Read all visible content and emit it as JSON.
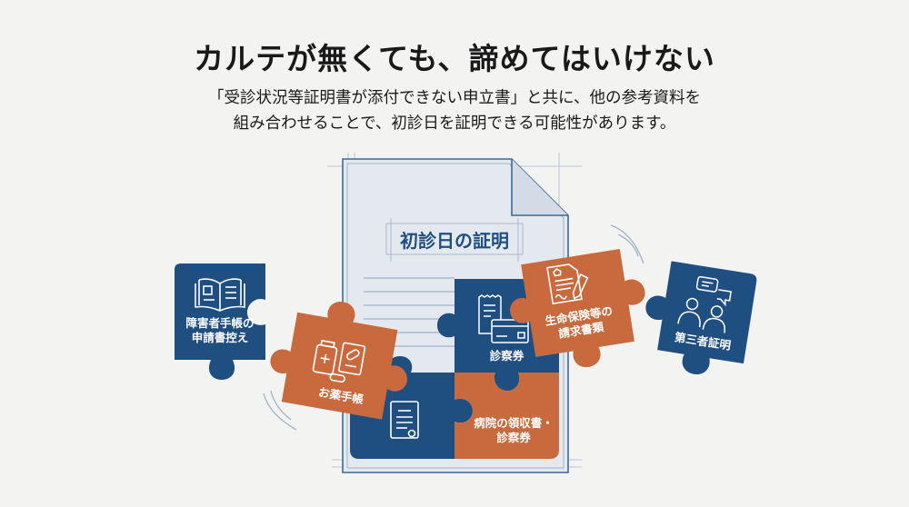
{
  "header": {
    "title": "カルテが無くても、諦めてはいけない",
    "subtitle_line1": "「受診状況等証明書が添付できない申立書」と共に、他の参考資料を",
    "subtitle_line2": "組み合わせることで、初診日を証明できる可能性があります。"
  },
  "document": {
    "title": "初診日の証明"
  },
  "pieces": [
    {
      "id": "disability-handbook",
      "label_line1": "障害者手帳の",
      "label_line2": "申請書控え",
      "icon": "open-book-icon",
      "color": "#1f4f80"
    },
    {
      "id": "medicine-notebook",
      "label_line1": "お薬手帳",
      "label_line2": "",
      "icon": "medicine-bottle-icon",
      "color": "#c96a3e"
    },
    {
      "id": "consultation-ticket",
      "label_line1": "診察券",
      "label_line2": "",
      "icon": "receipt-card-icon",
      "color": "#1f4f80"
    },
    {
      "id": "insurance-claim",
      "label_line1": "生命保険等の",
      "label_line2": "請求書類",
      "icon": "signed-document-icon",
      "color": "#c96a3e"
    },
    {
      "id": "third-party-proof",
      "label_line1": "第三者証明",
      "label_line2": "",
      "icon": "people-talking-icon",
      "color": "#1f4f80"
    },
    {
      "id": "document-piece",
      "label_line1": "",
      "label_line2": "",
      "icon": "certificate-icon",
      "color": "#1f4f80"
    },
    {
      "id": "hospital-receipt",
      "label_line1": "病院の領収書・",
      "label_line2": "診察券",
      "icon": "",
      "color": "#c96a3e"
    }
  ],
  "colors": {
    "navy": "#1f4f80",
    "orange": "#c96a3e",
    "background": "#f3f3f1",
    "document_fill": "#e4e9f0",
    "outline": "#3d6a99"
  }
}
